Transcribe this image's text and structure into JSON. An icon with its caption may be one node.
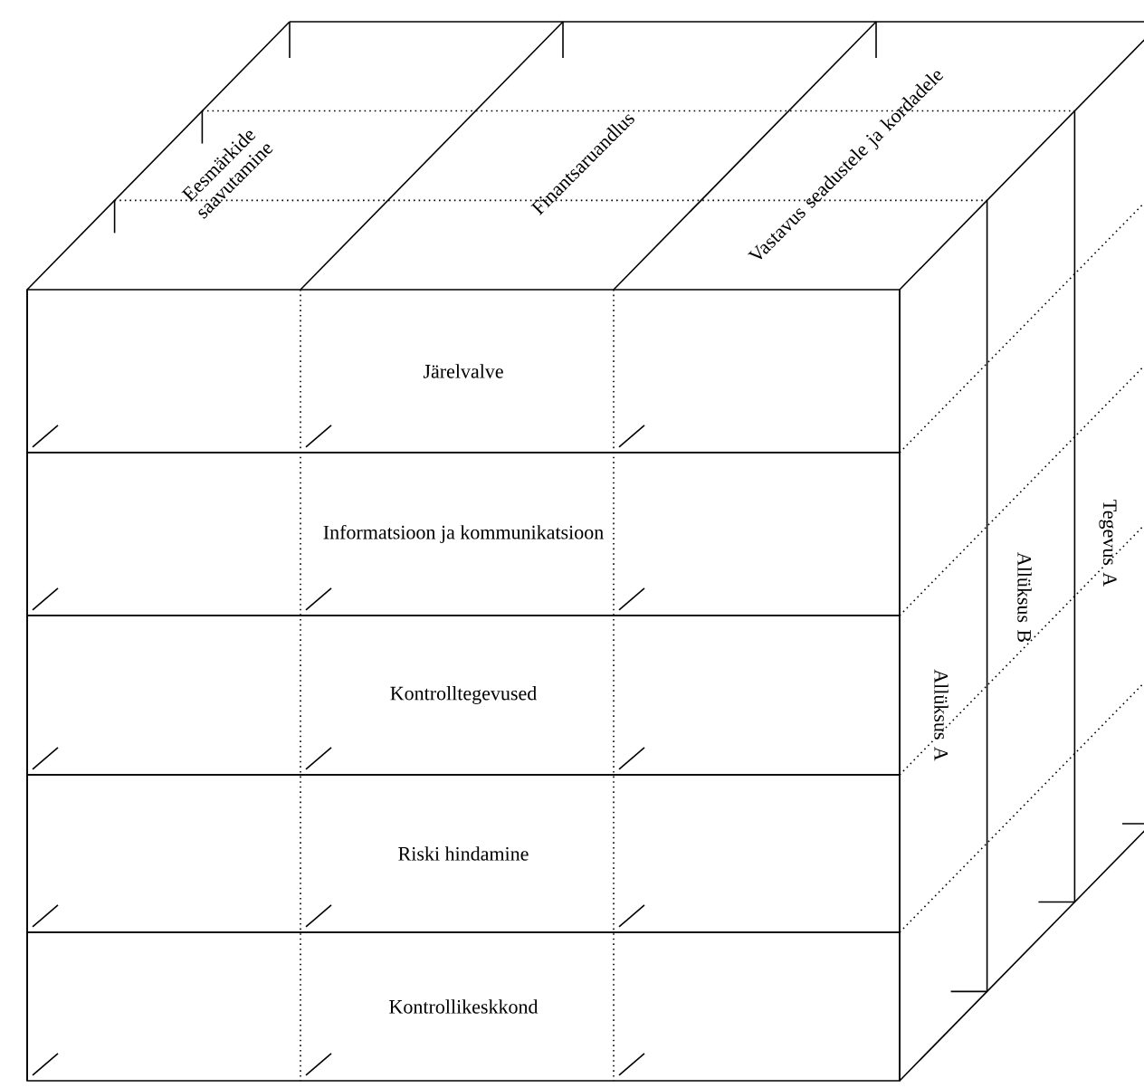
{
  "diagram": {
    "nodes": [
      {
        "text": [
          "Järelvalve"
        ]
      },
      {
        "text": [
          "Informatsioon ja kommunikatsioon"
        ]
      },
      {
        "text": [
          "Kontrolltegevused"
        ]
      },
      {
        "text": [
          "Riski hindamine"
        ]
      },
      {
        "text": [
          "Kontrollikeskkond"
        ]
      }
    ],
    "labels": [
      "Eesmärkide saavutamine",
      "Finantsaruandlus",
      "Vastavus seadustele ja kordadele",
      "Allüksus A",
      "Allüksus B",
      "Tegevus A"
    ]
  }
}
